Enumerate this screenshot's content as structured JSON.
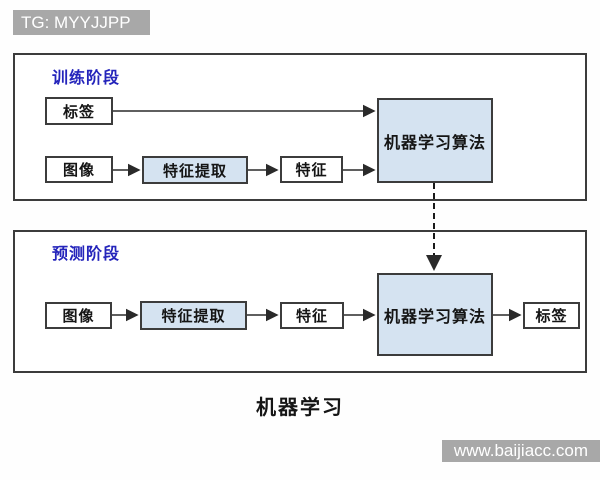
{
  "watermarks": {
    "top": "TG: MYYJJPP",
    "bottom": "www.baijiacc.com"
  },
  "caption": "机器学习",
  "colors": {
    "node_fill_blue": "#d5e3f1",
    "phase_title_blue": "#2424bb",
    "border_dark": "#3c3c3c",
    "watermark_gray": "#a8a8a8"
  },
  "training": {
    "title": "训练阶段",
    "nodes": {
      "label": "标签",
      "image": "图像",
      "feature_extraction": "特征提取",
      "feature": "特征",
      "ml_algorithm": "机器学习算法"
    }
  },
  "prediction": {
    "title": "预测阶段",
    "nodes": {
      "image": "图像",
      "feature_extraction": "特征提取",
      "feature": "特征",
      "ml_algorithm": "机器学习算法",
      "label": "标签"
    }
  }
}
